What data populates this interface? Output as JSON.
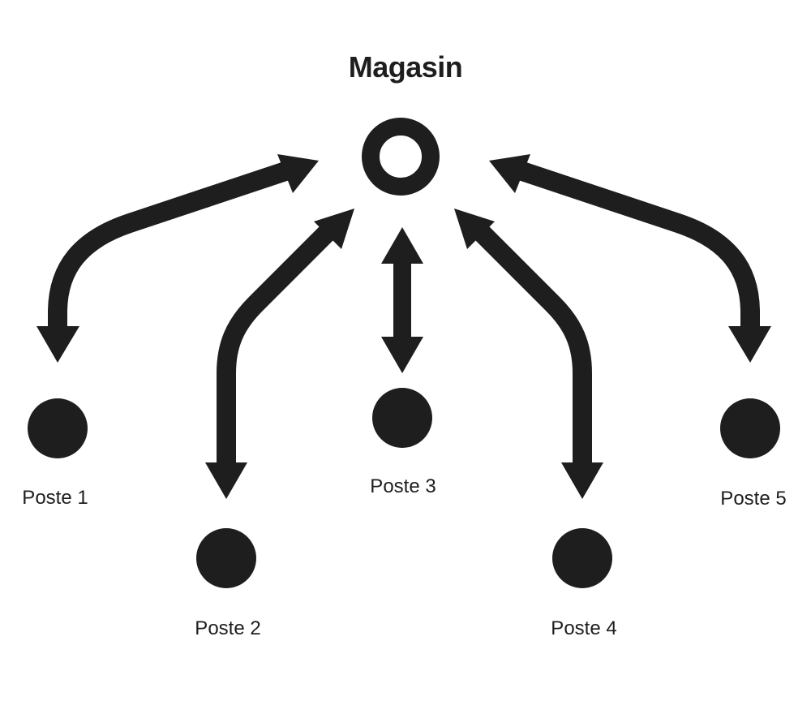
{
  "diagram": {
    "title": "Magasin",
    "hub": {
      "name": "Magasin",
      "shape": "ring"
    },
    "nodes": [
      {
        "id": "poste1",
        "label": "Poste 1"
      },
      {
        "id": "poste2",
        "label": "Poste 2"
      },
      {
        "id": "poste3",
        "label": "Poste 3"
      },
      {
        "id": "poste4",
        "label": "Poste 4"
      },
      {
        "id": "poste5",
        "label": "Poste 5"
      }
    ],
    "edges": [
      {
        "from": "Magasin",
        "to": "Poste 1",
        "direction": "bidirectional"
      },
      {
        "from": "Magasin",
        "to": "Poste 2",
        "direction": "bidirectional"
      },
      {
        "from": "Magasin",
        "to": "Poste 3",
        "direction": "bidirectional"
      },
      {
        "from": "Magasin",
        "to": "Poste 4",
        "direction": "bidirectional"
      },
      {
        "from": "Magasin",
        "to": "Poste 5",
        "direction": "bidirectional"
      }
    ],
    "colors": {
      "ink": "#1e1e1e",
      "background": "#ffffff"
    }
  }
}
